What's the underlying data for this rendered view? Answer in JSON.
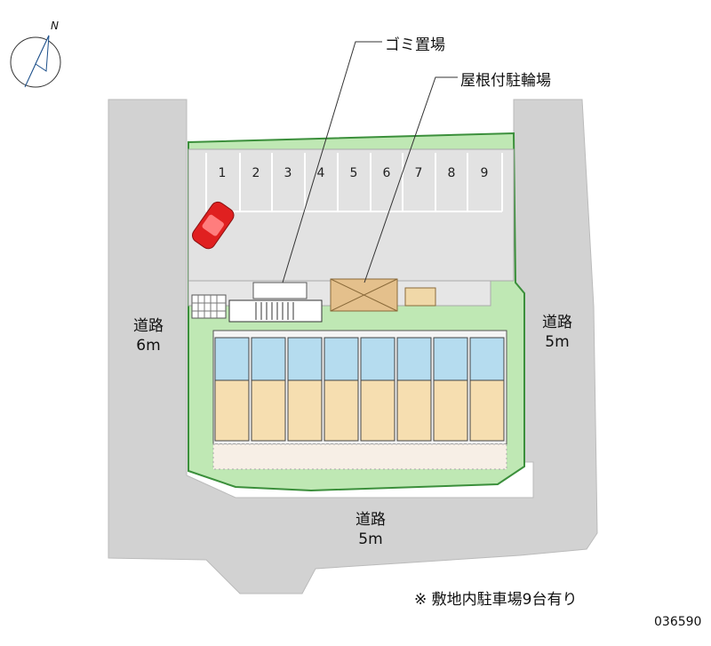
{
  "roads": {
    "west": {
      "line1": "道路",
      "line2": "6m"
    },
    "east": {
      "line1": "道路",
      "line2": "5m"
    },
    "south": {
      "line1": "道路",
      "line2": "5m"
    }
  },
  "callouts": {
    "garbage": "ゴミ置場",
    "bicycle": "屋根付駐輪場"
  },
  "compass": {
    "label": "N"
  },
  "parking_slots": [
    "1",
    "2",
    "3",
    "4",
    "5",
    "6",
    "7",
    "8",
    "9"
  ],
  "footer": {
    "note": "※ 敷地内駐車場9台有り",
    "code": "036590"
  },
  "colors": {
    "road": "#d4d4d4",
    "lot": "#e3e3e3",
    "green": "#2f8f2f",
    "hedge": "#9ad58a",
    "unit_floor": "#f6deb0",
    "unit_blue": "#a9d5ec",
    "car": "#e52222",
    "bike_shed": "#e8c89a"
  }
}
